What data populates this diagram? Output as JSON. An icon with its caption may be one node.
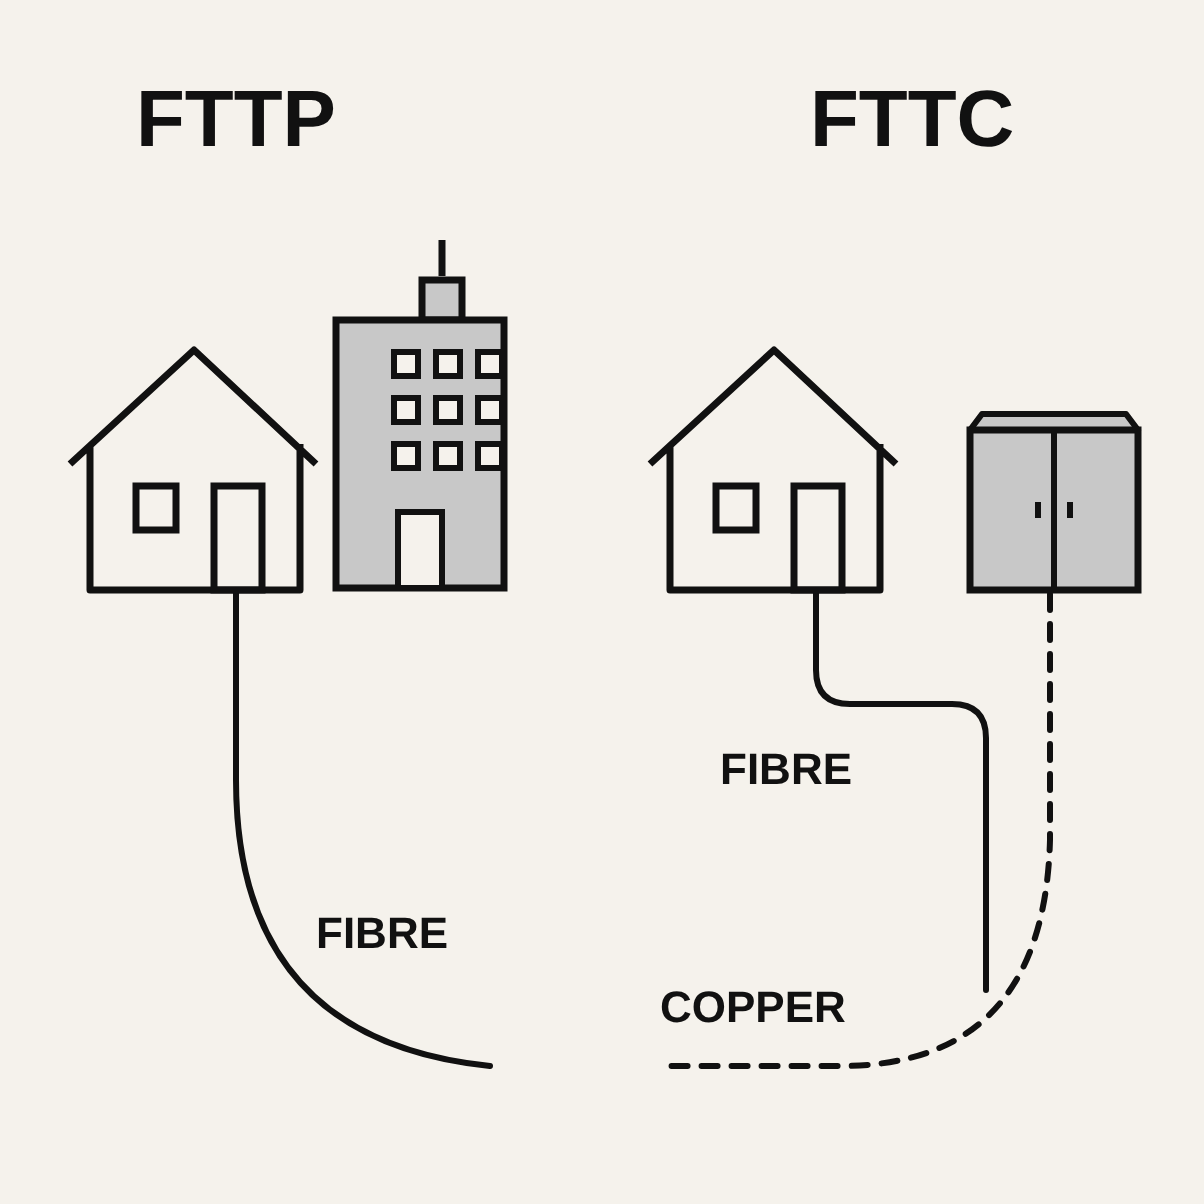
{
  "diagram": {
    "nodes": [
      {
        "text": [],
        "shape": "picture"
      },
      {
        "text": [],
        "shape": "picture"
      },
      {
        "text": [],
        "shape": "picture"
      },
      {
        "text": [],
        "shape": "picture"
      }
    ],
    "edges": [
      {
        "from": 0,
        "to": null,
        "arrow": "none",
        "label": "FIBRE"
      },
      {
        "from": 2,
        "to": null,
        "arrow": "none",
        "label": "FIBRE"
      },
      {
        "from": 3,
        "to": null,
        "arrow": "none",
        "label": "COPPER",
        "style": "dashed"
      }
    ],
    "labels": [
      "FTTP",
      "FTTC"
    ]
  }
}
